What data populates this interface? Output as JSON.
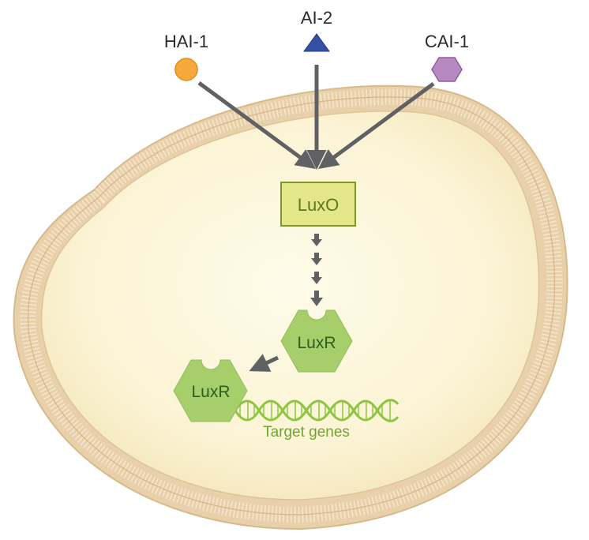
{
  "signals": {
    "hai1": {
      "label": "HAI-1",
      "color": "#f6a93a",
      "shape": "circle"
    },
    "ai2": {
      "label": "AI-2",
      "color": "#3450a4",
      "shape": "triangle"
    },
    "cai1": {
      "label": "CAI-1",
      "color": "#b789c2",
      "shape": "hexagon"
    }
  },
  "receptor": {
    "label": "LuxO",
    "fill": "#e3e789",
    "border": "#7c9a2a",
    "text_color": "#5b7a1f"
  },
  "regulator": {
    "label_upper": "LuxR",
    "label_lower": "LuxR",
    "fill": "#a6cf6c",
    "text_color": "#2c5e1e"
  },
  "dna": {
    "label": "Target genes",
    "color": "#8cc63f"
  },
  "colors": {
    "membrane": "#e4caa2",
    "cytoplasm_center": "#fefae6",
    "cytoplasm_edge": "#f7ecc5",
    "arrows": "#5f6164"
  }
}
